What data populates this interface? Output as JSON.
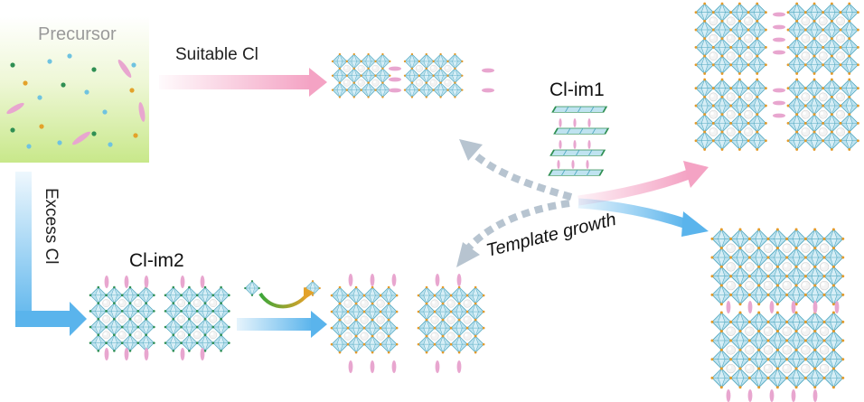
{
  "labels": {
    "precursor": "Precursor",
    "suitable_cl": "Suitable Cl",
    "excess_cl": "Excess Cl",
    "cl_im1": "Cl-im1",
    "cl_im2": "Cl-im2",
    "template_growth": "Template growth"
  },
  "colors": {
    "precursor_box_top": "#ffffff",
    "precursor_box_bottom": "#c8e88a",
    "pink_arrow": "#f4a3c4",
    "blue_arrow": "#5ab4ec",
    "dashed_arrow": "#b7c4d0",
    "octahedron_fill": "#bfe3f0",
    "octahedron_edge": "#4fa7bf",
    "void": "#e6e6e6",
    "corner_orange": "#e39a2a",
    "corner_green": "#2f8f53",
    "ellipse_pink": "#e8a6cf",
    "curve_green": "#3aa63a",
    "curve_orange": "#e3a22a"
  }
}
